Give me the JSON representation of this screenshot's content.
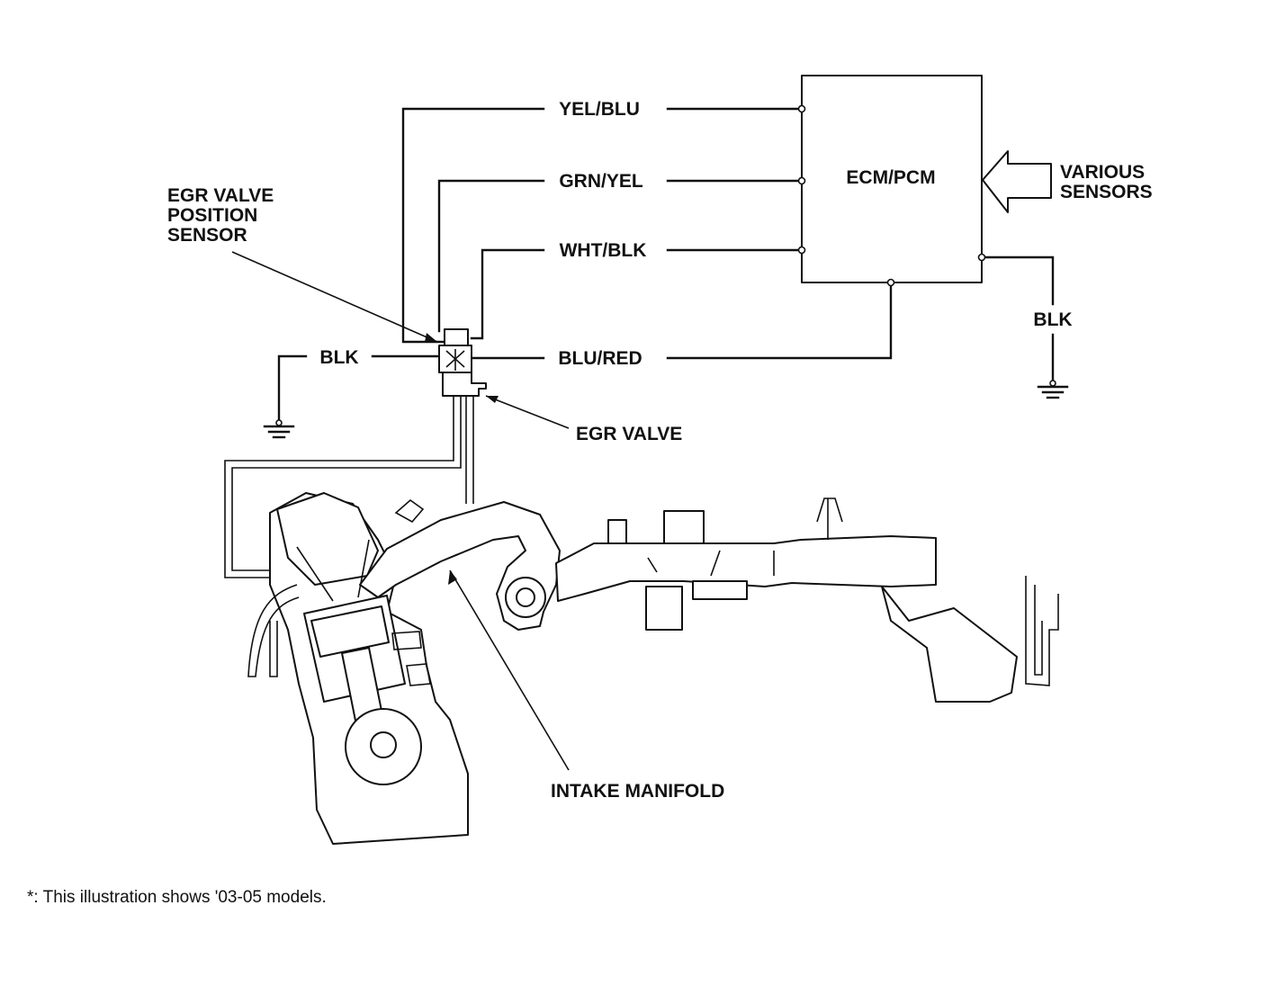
{
  "ecm": {
    "label": "ECM/PCM"
  },
  "various_sensors": {
    "line1": "VARIOUS",
    "line2": "SENSORS"
  },
  "wires": {
    "yel_blu": "YEL/BLU",
    "grn_yel": "GRN/YEL",
    "wht_blk": "WHT/BLK",
    "blu_red": "BLU/RED",
    "blk_left": "BLK",
    "blk_right": "BLK"
  },
  "labels": {
    "egr_sensor_1": "EGR VALVE",
    "egr_sensor_2": "POSITION",
    "egr_sensor_3": "SENSOR",
    "egr_valve": "EGR VALVE",
    "intake_manifold": "INTAKE MANIFOLD"
  },
  "footnote": "*: This illustration shows '03-05 models."
}
